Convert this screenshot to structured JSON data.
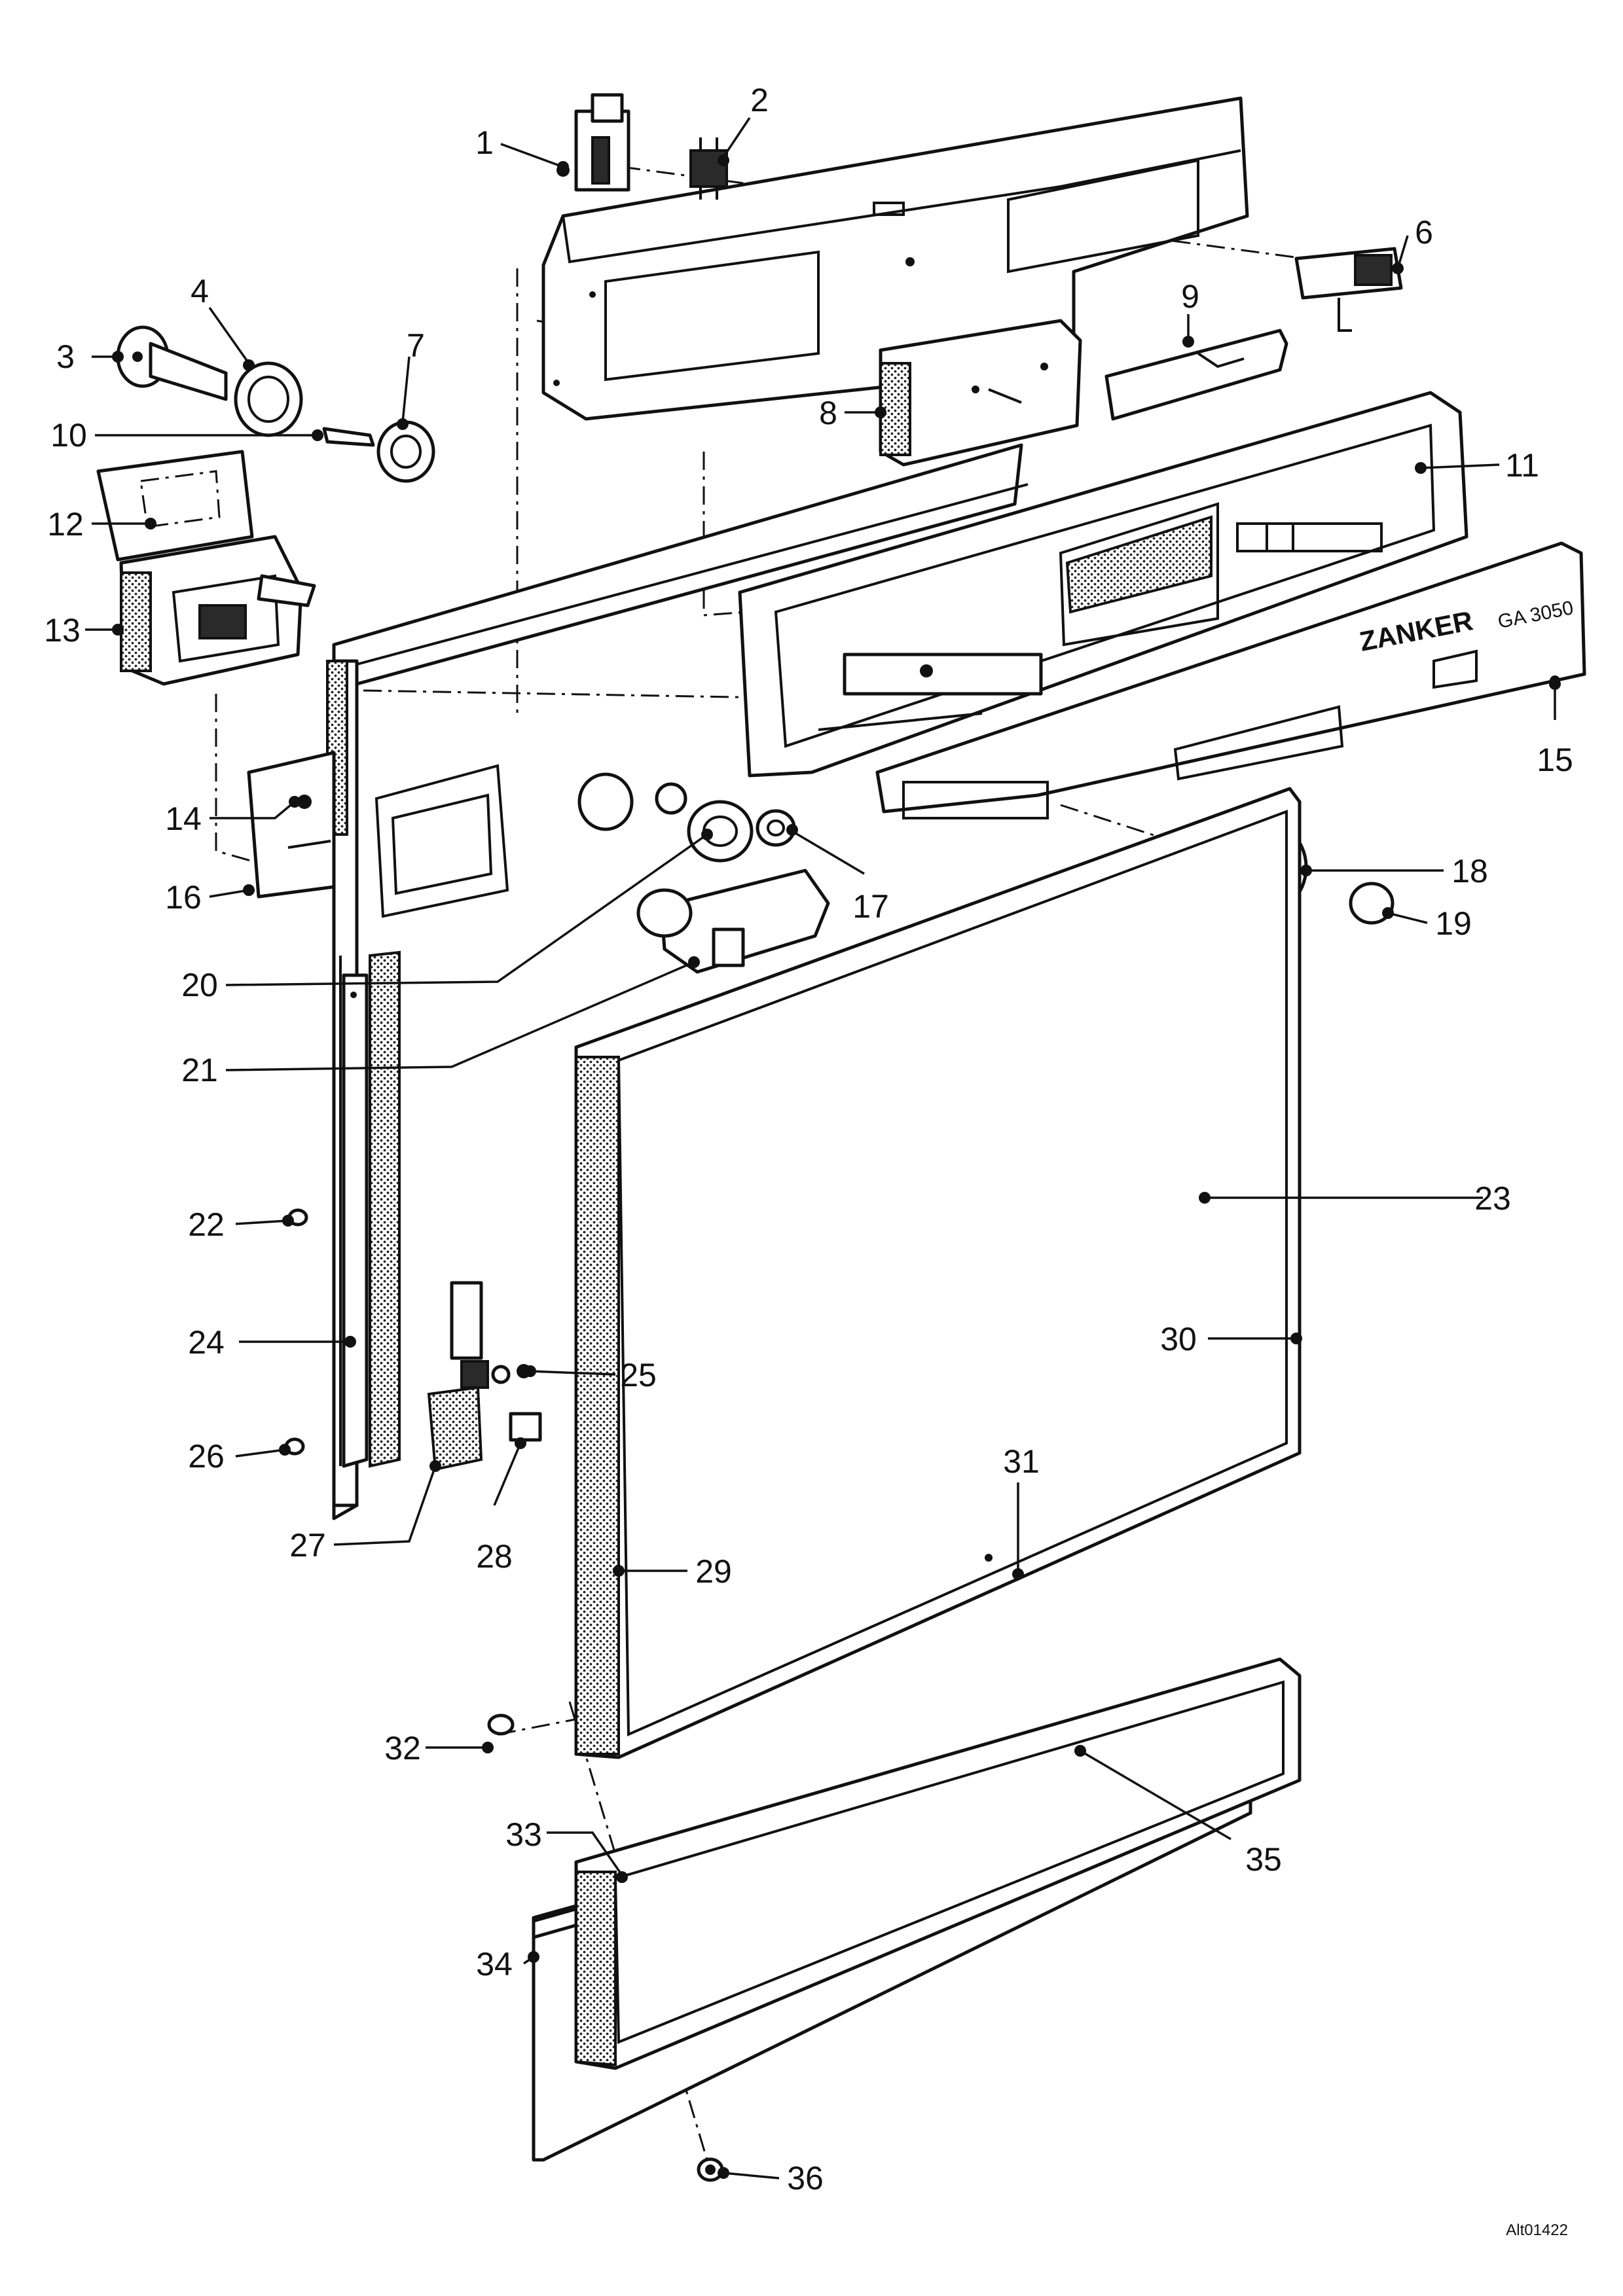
{
  "diagram": {
    "brand": "ZANKER",
    "model": "GA 3050",
    "drawing_code": "Alt01422",
    "callouts": [
      "1",
      "2",
      "3",
      "4",
      "6",
      "7",
      "8",
      "9",
      "10",
      "11",
      "12",
      "13",
      "14",
      "15",
      "16",
      "17",
      "18",
      "19",
      "20",
      "21",
      "22",
      "23",
      "24",
      "25",
      "26",
      "27",
      "28",
      "29",
      "30",
      "31",
      "32",
      "33",
      "34",
      "35",
      "36"
    ]
  }
}
